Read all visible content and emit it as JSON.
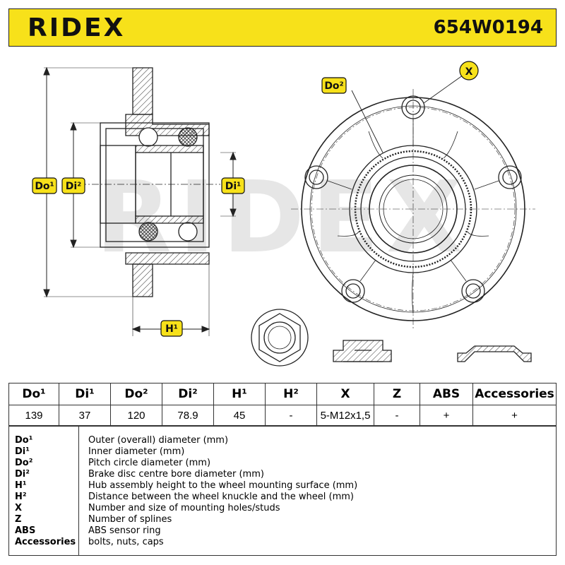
{
  "header": {
    "brand": "RIDEX",
    "part_number": "654W0194"
  },
  "watermark": "RIDEX",
  "drawing_labels": {
    "do1": "Do¹",
    "di2": "Di²",
    "di1": "Di¹",
    "h1": "H¹",
    "do2": "Do²",
    "x": "X"
  },
  "spec_table": {
    "headers": [
      "Do¹",
      "Di¹",
      "Do²",
      "Di²",
      "H¹",
      "H²",
      "X",
      "Z",
      "ABS",
      "Accessories"
    ],
    "values": [
      "139",
      "37",
      "120",
      "78.9",
      "45",
      "-",
      "5-M12x1,5",
      "-",
      "+",
      "+"
    ]
  },
  "legend": [
    {
      "code": "Do¹",
      "desc": "Outer (overall) diameter (mm)"
    },
    {
      "code": "Di¹",
      "desc": "Inner diameter (mm)"
    },
    {
      "code": "Do²",
      "desc": "Pitch circle diameter (mm)"
    },
    {
      "code": "Di²",
      "desc": "Brake disc centre bore diameter (mm)"
    },
    {
      "code": "H¹",
      "desc": "Hub assembly height to the wheel mounting surface (mm)"
    },
    {
      "code": "H²",
      "desc": "Distance between the wheel knuckle and the wheel (mm)"
    },
    {
      "code": "X",
      "desc": "Number and size of mounting holes/studs"
    },
    {
      "code": "Z",
      "desc": "Number of splines"
    },
    {
      "code": "ABS",
      "desc": "ABS sensor ring"
    },
    {
      "code": "Accessories",
      "desc": "bolts, nuts, caps"
    }
  ],
  "colors": {
    "accent": "#f7e11a",
    "line": "#222222",
    "watermark": "#e6e6e6"
  }
}
